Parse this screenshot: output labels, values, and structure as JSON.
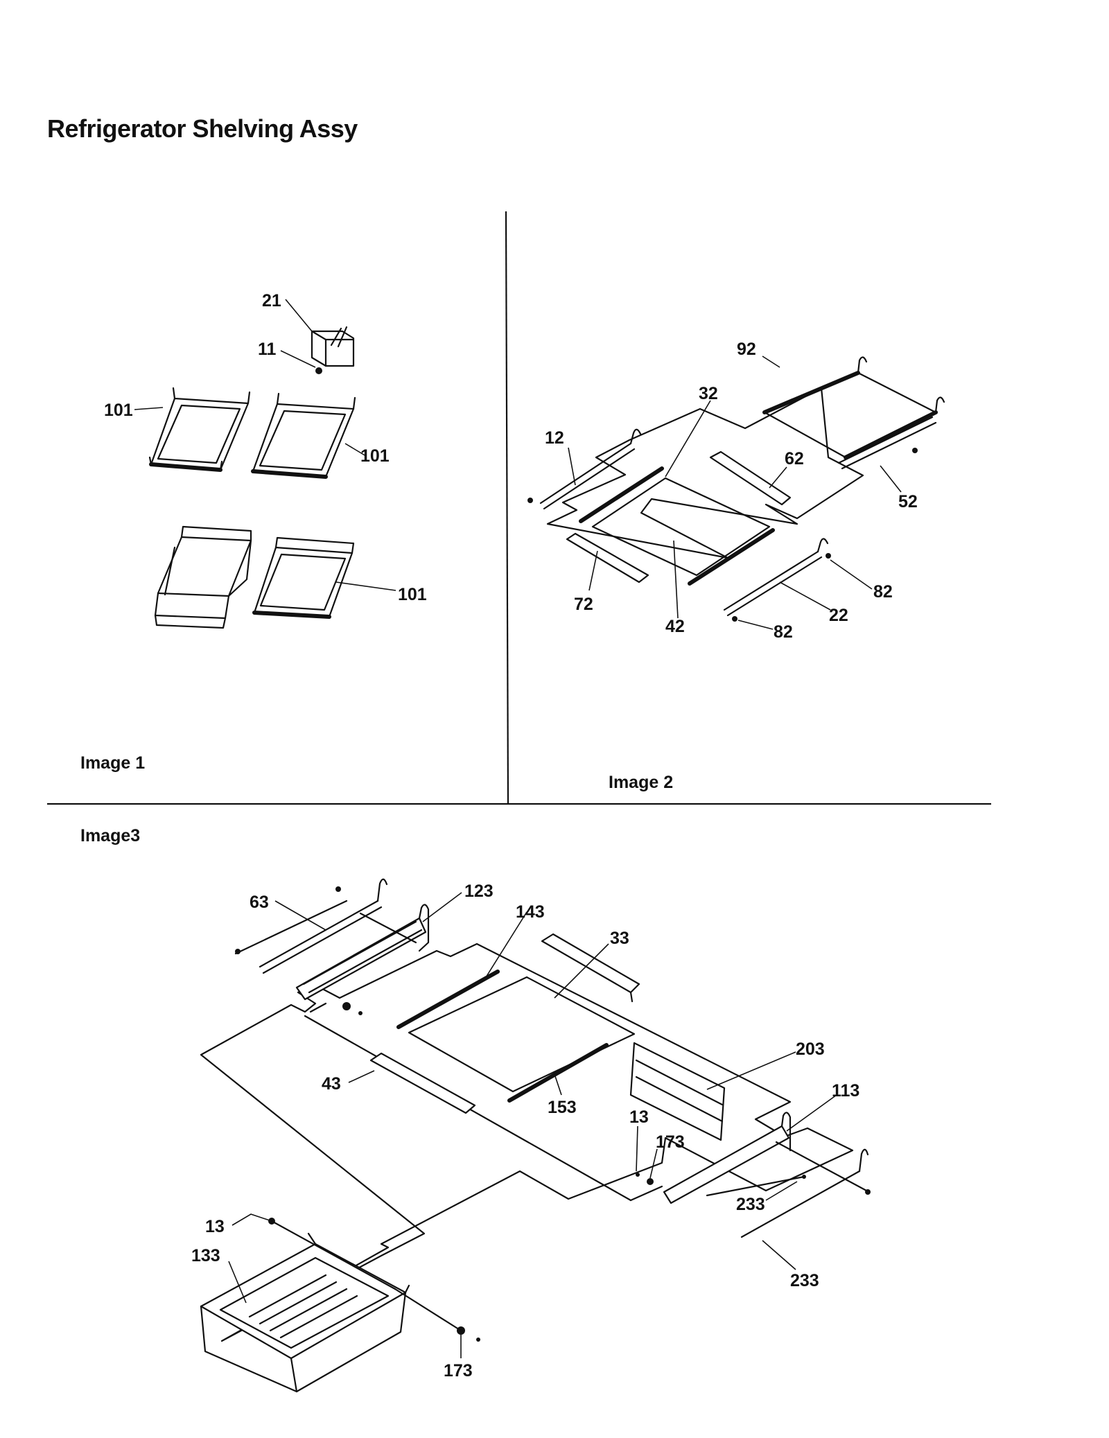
{
  "title": "Refrigerator Shelving Assy",
  "panels": [
    {
      "caption": "Image 1"
    },
    {
      "caption": "Image 2"
    },
    {
      "caption": "Image3"
    }
  ],
  "callouts": {
    "img1": [
      "21",
      "11",
      "101",
      "101",
      "101"
    ],
    "img2": [
      "92",
      "32",
      "12",
      "62",
      "52",
      "82",
      "72",
      "42",
      "22",
      "82"
    ],
    "img3": [
      "63",
      "123",
      "143",
      "33",
      "203",
      "43",
      "153",
      "113",
      "13",
      "173",
      "233",
      "13",
      "133",
      "233",
      "173"
    ]
  }
}
